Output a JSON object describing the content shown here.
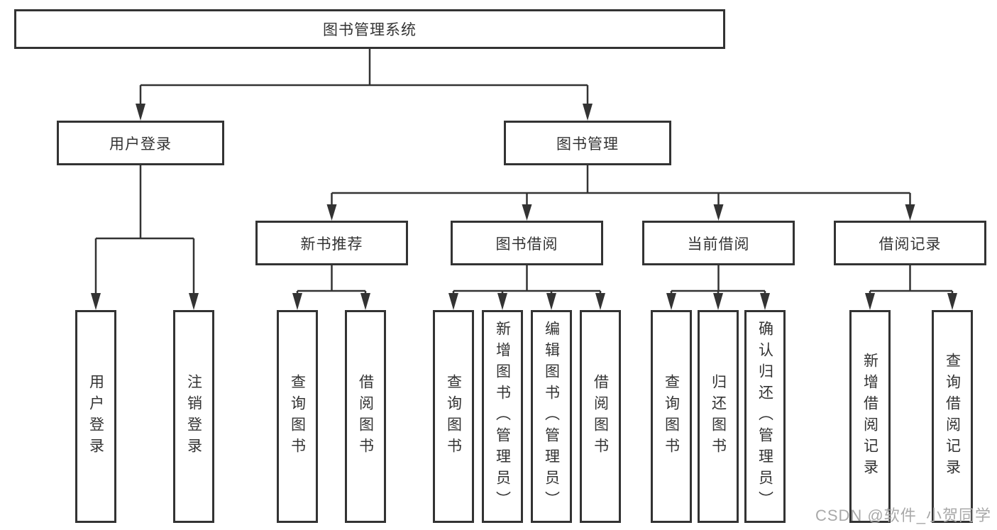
{
  "diagram": {
    "title": "图书管理系统",
    "type": "hierarchy-tree",
    "colors": {
      "line": "#333333",
      "box_border": "#333333",
      "box_background": "#ffffff",
      "text": "#333333",
      "watermark_text": "#a9a9a9",
      "page_background": "#ffffff"
    },
    "tree": {
      "root": {
        "label": "图书管理系统"
      },
      "branches": [
        {
          "label": "用户登录",
          "children": [
            {
              "label": "用户登录"
            },
            {
              "label": "注销登录"
            }
          ]
        },
        {
          "label": "图书管理",
          "children": [
            {
              "label": "新书推荐",
              "children": [
                {
                  "label": "查询图书"
                },
                {
                  "label": "借阅图书"
                }
              ]
            },
            {
              "label": "图书借阅",
              "children": [
                {
                  "label": "查询图书"
                },
                {
                  "label": "新增图书（管理员）"
                },
                {
                  "label": "编辑图书（管理员）"
                },
                {
                  "label": "借阅图书"
                }
              ]
            },
            {
              "label": "当前借阅",
              "children": [
                {
                  "label": "查询图书"
                },
                {
                  "label": "归还图书"
                },
                {
                  "label": "确认归还（管理员）"
                }
              ]
            },
            {
              "label": "借阅记录",
              "children": [
                {
                  "label": "新增借阅记录"
                },
                {
                  "label": "查询借阅记录"
                }
              ]
            }
          ]
        }
      ]
    },
    "watermark": {
      "text": "CSDN @软件_小贺同学"
    }
  }
}
